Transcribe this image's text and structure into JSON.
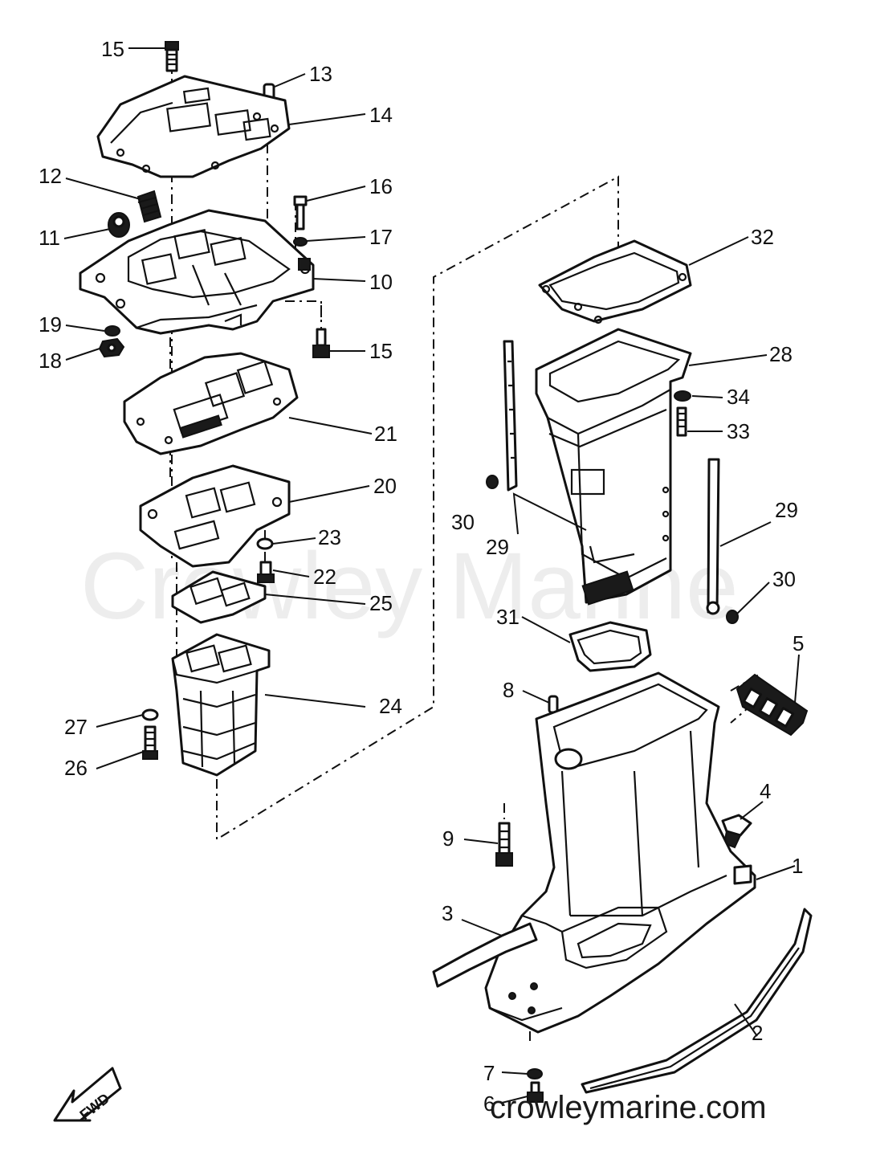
{
  "watermark": "Crowley Marine",
  "footer_url": "crowleymarine.com",
  "fwd_label": "FWD",
  "callouts": {
    "c1": "1",
    "c2": "2",
    "c3": "3",
    "c4": "4",
    "c5": "5",
    "c6": "6",
    "c7": "7",
    "c8": "8",
    "c9": "9",
    "c10": "10",
    "c11": "11",
    "c12": "12",
    "c13": "13",
    "c14": "14",
    "c15a": "15",
    "c15b": "15",
    "c16": "16",
    "c17": "17",
    "c18": "18",
    "c19": "19",
    "c20": "20",
    "c21": "21",
    "c22": "22",
    "c23": "23",
    "c24": "24",
    "c25": "25",
    "c26": "26",
    "c27": "27",
    "c28": "28",
    "c29a": "29",
    "c29b": "29",
    "c30a": "30",
    "c30b": "30",
    "c31": "31",
    "c32": "32",
    "c33": "33",
    "c34": "34"
  }
}
